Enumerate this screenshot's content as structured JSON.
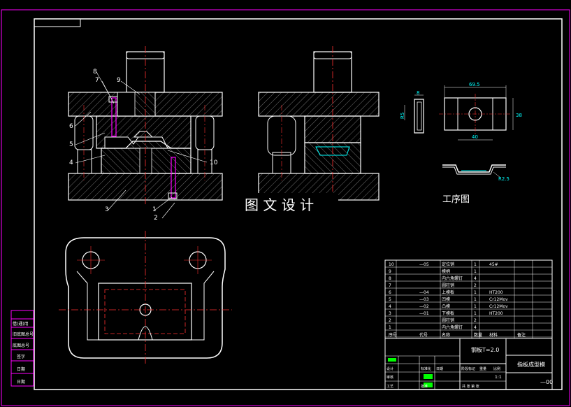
{
  "watermark": "图 文 设 计",
  "process_title": "工序图",
  "process_dims": {
    "width_top": "69.5",
    "height_right": "38",
    "hole_spacing": "40",
    "left_w": "8",
    "left_h": "R5",
    "bottom_r": "R2.5"
  },
  "part_labels": [
    "1",
    "2",
    "3",
    "4",
    "5",
    "6",
    "7",
    "8",
    "9",
    "10"
  ],
  "bom_rows": [
    {
      "no": "10",
      "code": "—05",
      "name": "定位销",
      "qty": "1",
      "mat": "45#",
      "note": ""
    },
    {
      "no": "9",
      "code": "",
      "name": "模柄",
      "qty": "1",
      "mat": "",
      "note": ""
    },
    {
      "no": "8",
      "code": "",
      "name": "内六角螺钉",
      "qty": "4",
      "mat": "",
      "note": ""
    },
    {
      "no": "7",
      "code": "",
      "name": "圆柱销",
      "qty": "2",
      "mat": "",
      "note": ""
    },
    {
      "no": "6",
      "code": "—04",
      "name": "上模板",
      "qty": "1",
      "mat": "HT200",
      "note": ""
    },
    {
      "no": "5",
      "code": "—03",
      "name": "凹模",
      "qty": "1",
      "mat": "Cr12Mov",
      "note": ""
    },
    {
      "no": "4",
      "code": "—02",
      "name": "凸模",
      "qty": "1",
      "mat": "Cr12Mov",
      "note": ""
    },
    {
      "no": "3",
      "code": "—01",
      "name": "下模板",
      "qty": "1",
      "mat": "HT200",
      "note": ""
    },
    {
      "no": "2",
      "code": "",
      "name": "圆柱销",
      "qty": "2",
      "mat": "",
      "note": ""
    },
    {
      "no": "1",
      "code": "",
      "name": "内六角螺钉",
      "qty": "4",
      "mat": "",
      "note": ""
    }
  ],
  "bom_header": [
    "序号",
    "代号",
    "名称",
    "数量",
    "材料",
    "备注"
  ],
  "title_block": {
    "material": "钢板T=2.0",
    "drawing_name": "指板成型模",
    "drawing_no": "—00",
    "labels": [
      "设计",
      "审核",
      "工艺",
      "标准化",
      "批准",
      "日期"
    ],
    "scale_labels": [
      "阶段标记",
      "重量",
      "比例"
    ],
    "scale_value": "1:1",
    "sheet": "共 张 第 张"
  },
  "side_labels": [
    "借(通)用",
    "旧底图总号",
    "底图总号",
    "签字",
    "日期"
  ]
}
